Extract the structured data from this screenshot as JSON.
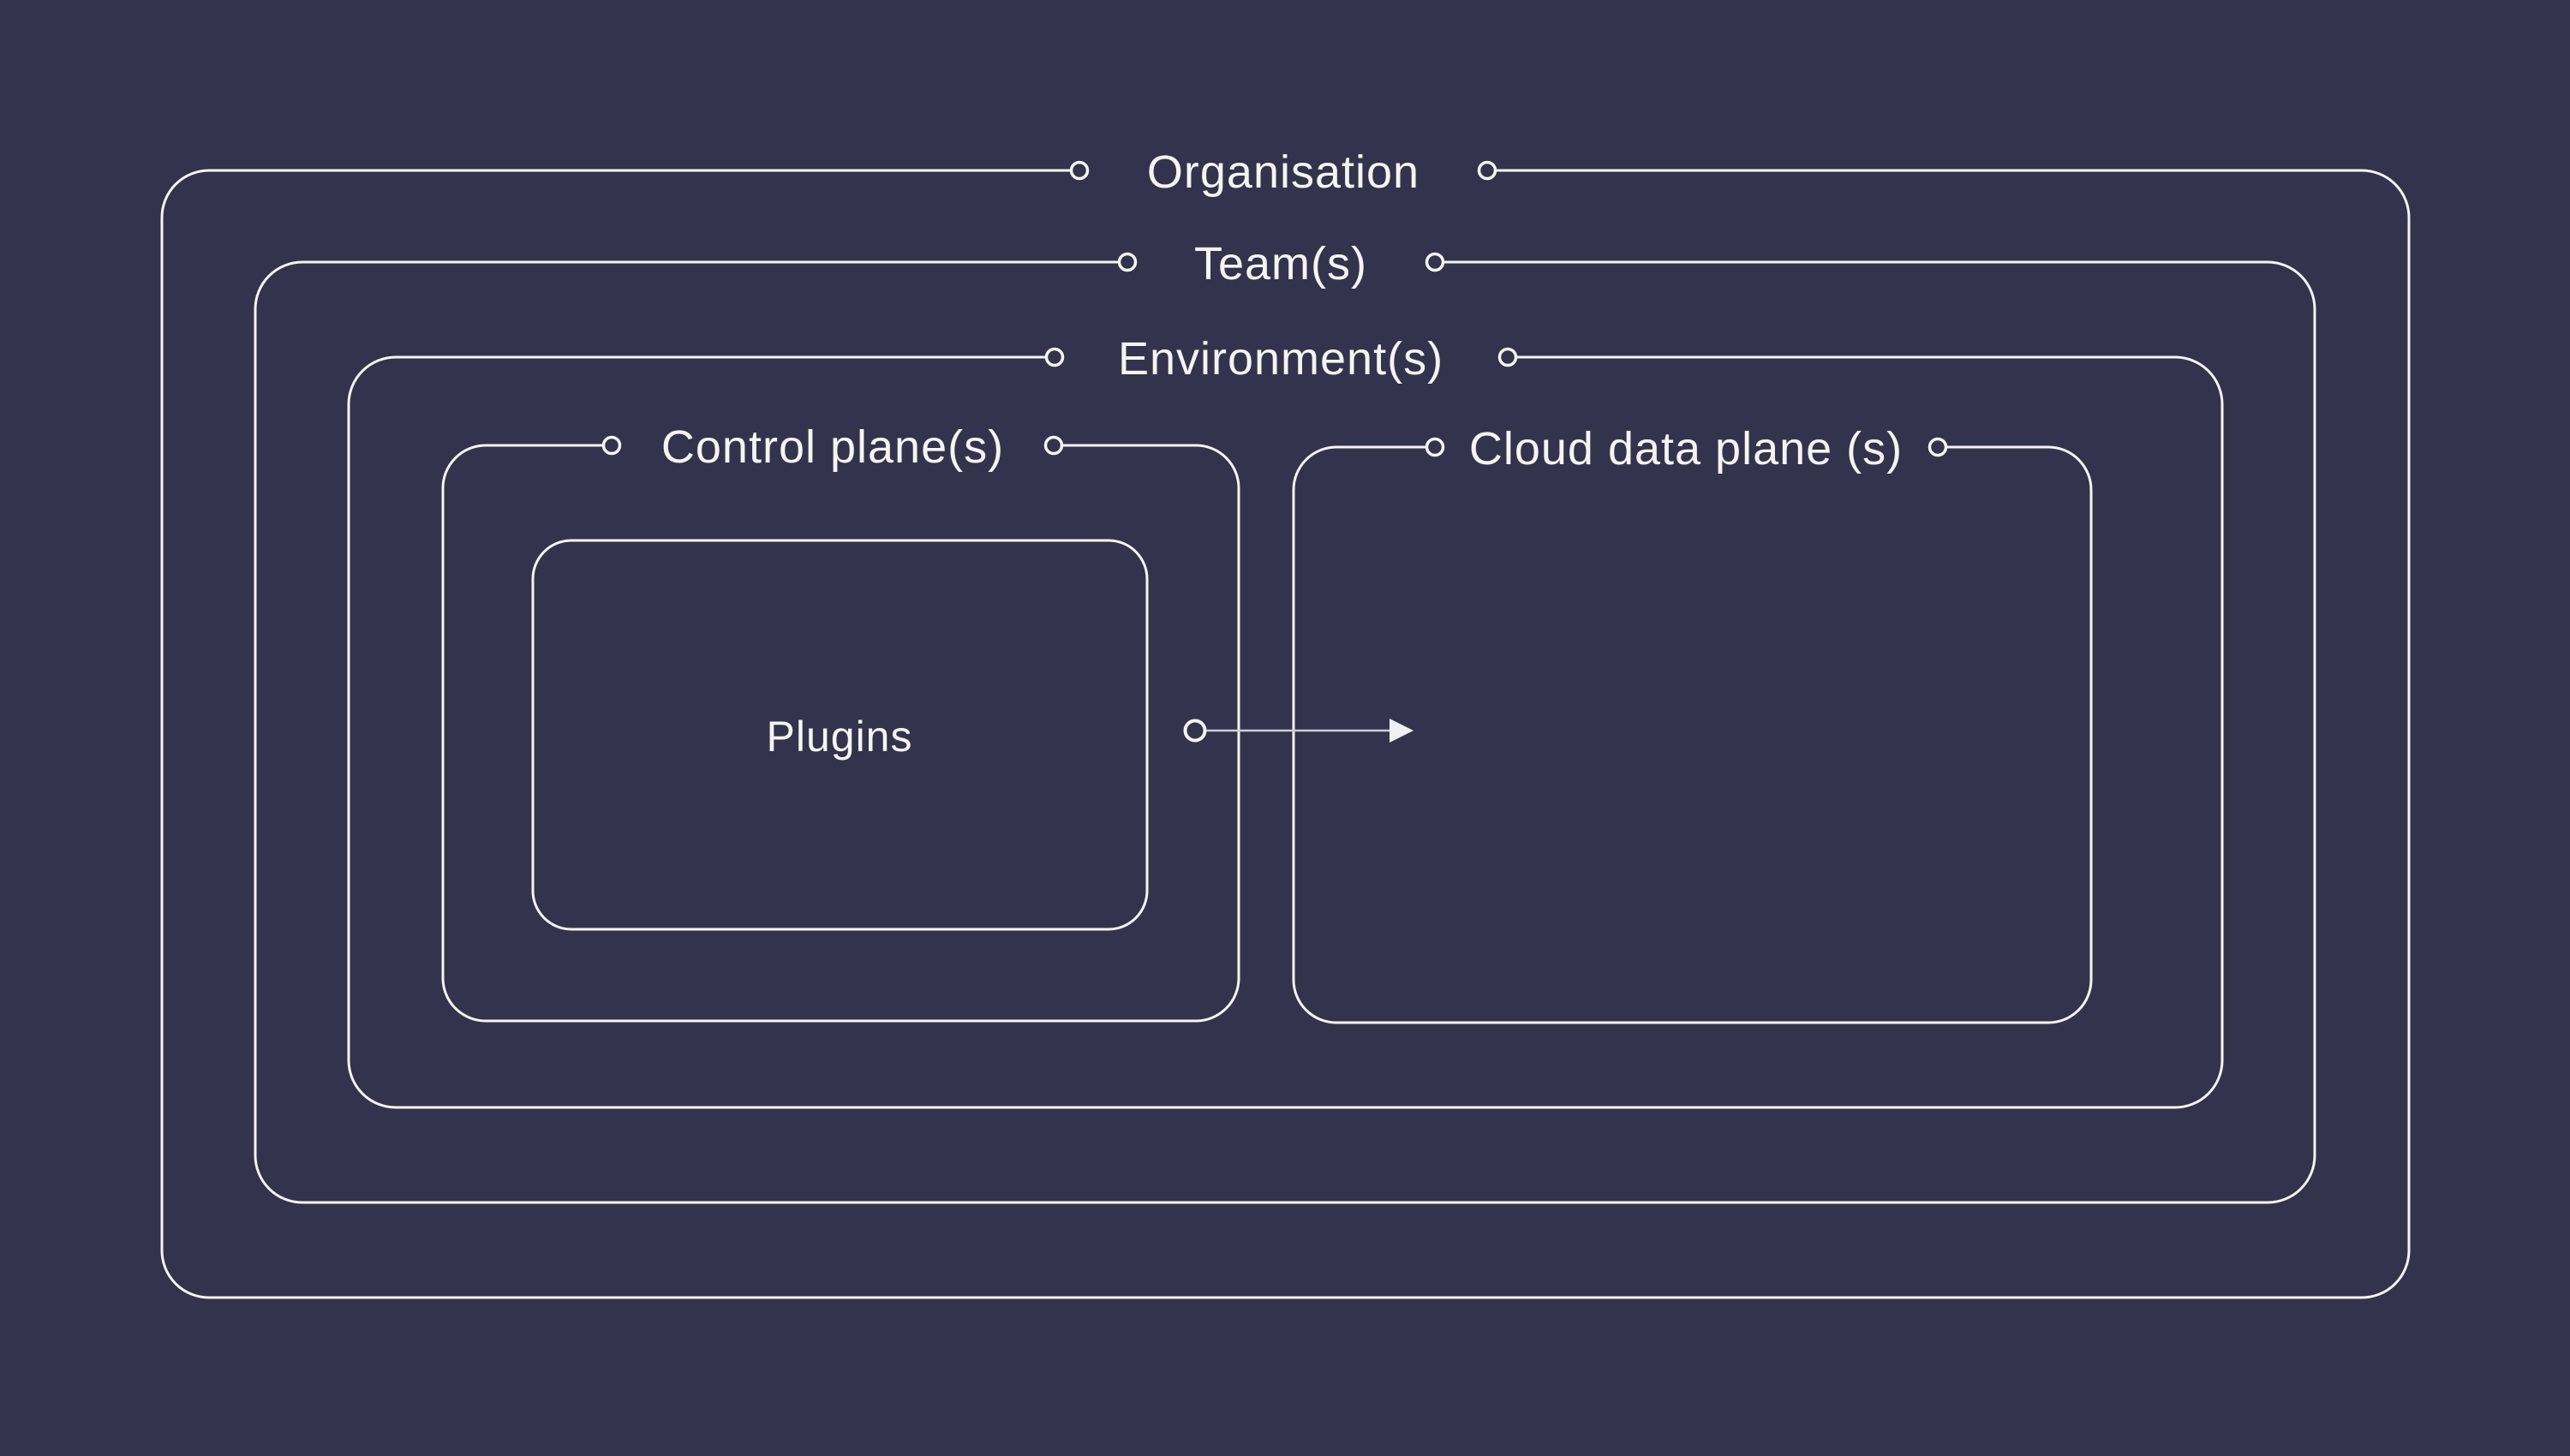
{
  "diagram": {
    "description": "Nested platform architecture diagram with concentric rounded-rectangle scopes",
    "labels": {
      "organisation": "Organisation",
      "teams": "Team(s)",
      "environments": "Environment(s)",
      "control_plane": "Control plane(s)",
      "cloud_data_plane": "Cloud data plane (s)",
      "plugins": "Plugins"
    },
    "relations": {
      "arrow_from": "Plugins",
      "arrow_to": "Cloud data plane (s)"
    },
    "colors": {
      "background": "#34334D",
      "line": "#F5F4F1",
      "arrow_line": "#CDCCD9",
      "arrow_head": "#F0EFF2"
    }
  }
}
